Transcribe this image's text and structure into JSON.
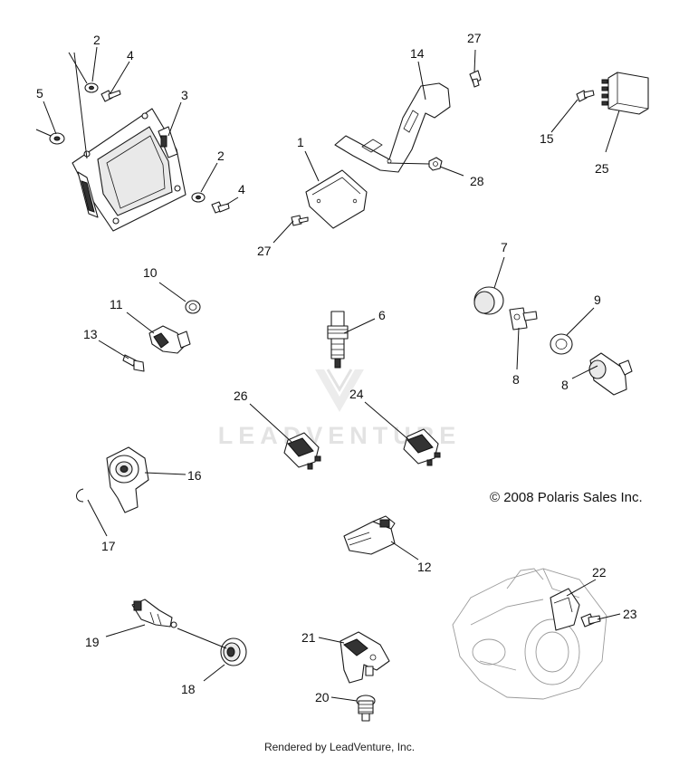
{
  "copyright": "© 2008 Polaris Sales Inc.",
  "watermark": "LEADVENTURE",
  "footer": "Rendered by LeadVenture, Inc.",
  "callouts": {
    "c2a": "2",
    "c4a": "4",
    "c5": "5",
    "c3": "3",
    "c2b": "2",
    "c4b": "4",
    "c27a": "27",
    "c14": "14",
    "c1": "1",
    "c28": "28",
    "c27b": "27",
    "c15": "15",
    "c25": "25",
    "c10": "10",
    "c11": "11",
    "c13": "13",
    "c6": "6",
    "c7": "7",
    "c9": "9",
    "c8a": "8",
    "c8b": "8",
    "c26": "26",
    "c24": "24",
    "c16": "16",
    "c17": "17",
    "c12": "12",
    "c22": "22",
    "c23": "23",
    "c19": "19",
    "c18": "18",
    "c21": "21",
    "c20": "20"
  }
}
